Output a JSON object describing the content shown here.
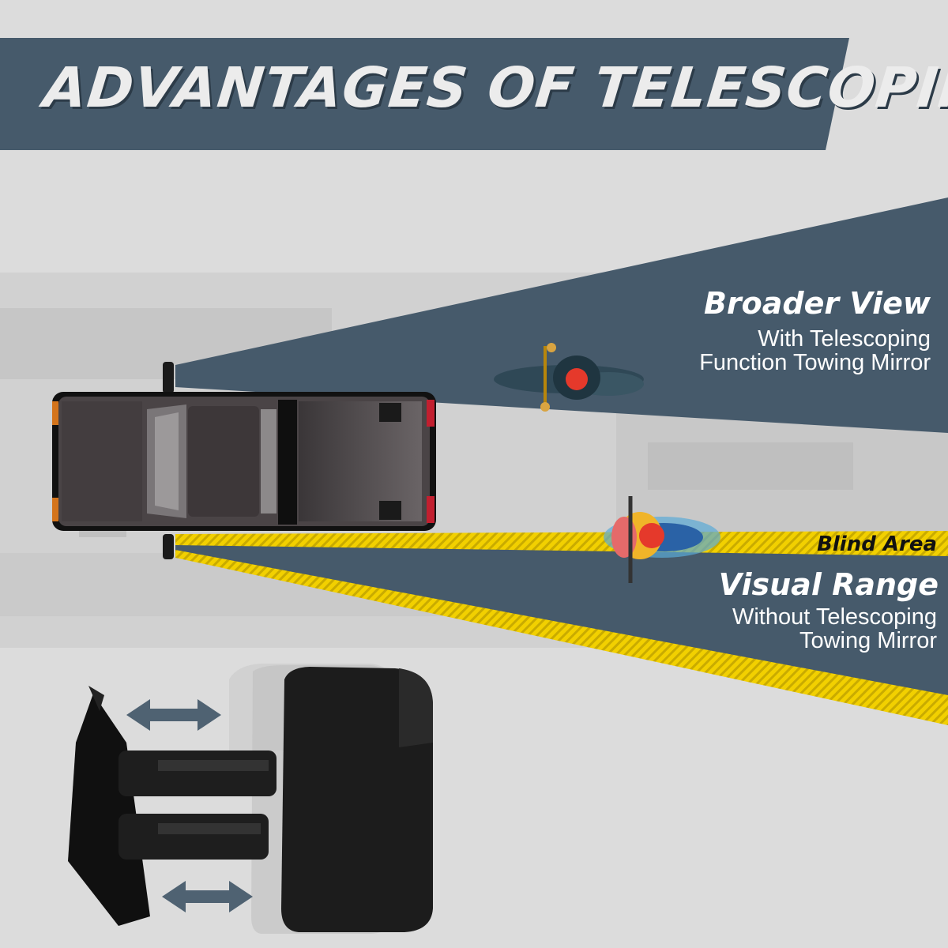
{
  "title": "ADVANTAGES OF TELESCOPING",
  "broader_view": {
    "heading": "Broader View",
    "line1": "With Telescoping",
    "line2": "Function Towing Mirror"
  },
  "blind_area": "Blind Area",
  "visual_range": {
    "heading": "Visual Range",
    "line1": "Without Telescoping",
    "line2": "Towing Mirror"
  },
  "colors": {
    "banner": "#465a6b",
    "cone": "#465a6b",
    "blind_yellow": "#f5d300",
    "truck": "#4a4446",
    "mirror": "#1b1b1b",
    "background": "#dcdcdc"
  }
}
